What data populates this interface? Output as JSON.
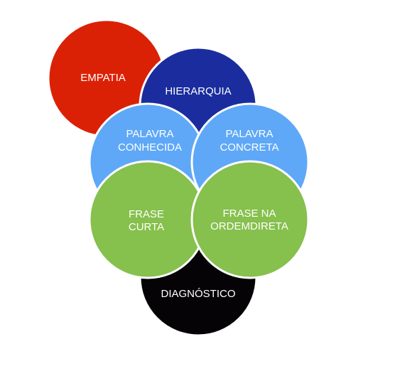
{
  "diagram": {
    "colors": {
      "empatia": "#db2105",
      "hierarquia": "#1b2d9e",
      "palavra": "#5ea8f7",
      "frase": "#86c04d",
      "diagnostico": "#050305"
    },
    "nodes": {
      "empatia": {
        "line1": "EMPATIA"
      },
      "hierarquia": {
        "line1": "HIERARQUIA"
      },
      "palavra_conhecida": {
        "line1": "PALAVRA",
        "line2": "CONHECIDA"
      },
      "palavra_concreta": {
        "line1": "PALAVRA",
        "line2": "CONCRETA"
      },
      "frase_curta": {
        "line1": "FRASE",
        "line2": "CURTA"
      },
      "frase_ordem_direta": {
        "line1": "FRASE NA",
        "line2": "ORDEMDIRETA"
      },
      "diagnostico": {
        "line1": "DIAGNÓSTICO"
      }
    }
  }
}
